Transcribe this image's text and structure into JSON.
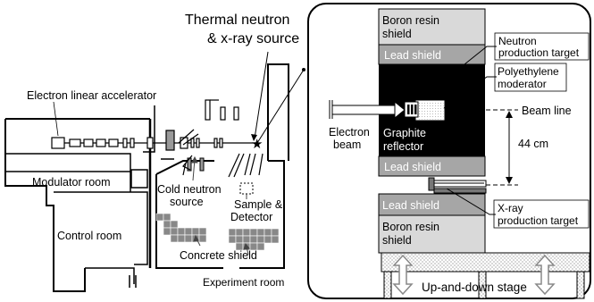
{
  "title": {
    "line1": "Thermal neutron",
    "line2": "& x-ray source"
  },
  "facility": {
    "accelerator": "Electron linear accelerator",
    "modulator_room": "Modulator room",
    "control_room": "Control room",
    "cold_source": {
      "line1": "Cold neutron",
      "line2": "source"
    },
    "sample": {
      "line1": "Sample &",
      "line2": "Detector"
    },
    "concrete": "Concrete shield",
    "experiment_room": "Experiment room"
  },
  "detail": {
    "boron_top": {
      "line1": "Boron resin",
      "line2": "shield"
    },
    "lead_top": "Lead shield",
    "neutron_target": {
      "line1": "Neutron",
      "line2": "production target"
    },
    "moderator": {
      "line1": "Polyethylene",
      "line2": "moderator"
    },
    "beam_line": "Beam line",
    "electron_beam": {
      "line1": "Electron",
      "line2": "beam"
    },
    "graphite": {
      "line1": "Graphite",
      "line2": "reflector"
    },
    "distance": "44 cm",
    "lead_mid": "Lead shield",
    "lead_low": "Lead shield",
    "xray_target": {
      "line1": "X-ray",
      "line2": "production target"
    },
    "boron_low": {
      "line1": "Boron resin",
      "line2": "shield"
    },
    "stage": "Up-and-down stage"
  }
}
